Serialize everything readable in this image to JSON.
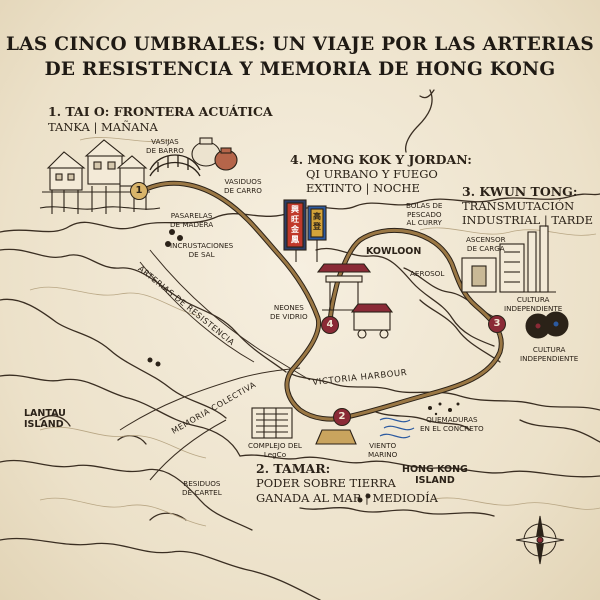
{
  "title": {
    "line1": "LAS CINCO UMBRALES: UN VIAJE POR LAS ARTERIAS",
    "line2": "DE RESISTENCIA Y MEMORIA DE HONG KONG"
  },
  "stops": {
    "s1": {
      "number": "1",
      "head": "1. TAI O: FRONTERA ACUÁTICA",
      "sub": "TANKA | MAÑANA"
    },
    "s2": {
      "number": "2",
      "head": "2. TAMAR:",
      "sub1": "PODER SOBRE TIERRA",
      "sub2": "GANADA AL MAR | MEDIODÍA"
    },
    "s3": {
      "number": "3",
      "head1": "3. KWUN TONG:",
      "head2": "TRANSMUTACIÓN",
      "head3": "INDUSTRIAL | TARDE"
    },
    "s4": {
      "number": "4",
      "head": "4. MONG KOK Y JORDAN:",
      "sub1": "QI URBANO Y FUEGO",
      "sub2": "EXTINTO | NOCHE"
    }
  },
  "labels": {
    "vasijas": "VASIJAS\nDE BARRO",
    "vasiduos": "VASIDUOS\nDE CARRO",
    "pasarelas": "PASARELAS\nDE MADERA",
    "incrustaciones": "INCRUSTACIONES\nDE SAL",
    "bolas": "BOLAS DE\nPESCADO\nAL CURRY",
    "ascensor": "ASCENSOR\nDE CARGA",
    "aerosol": "AEROSOL",
    "neones": "NEONES\nDE VIDRIO",
    "cultura1": "CULTURA\nINDEPENDIENTE",
    "cultura2": "CULTURA\nINDEPENDIENTE",
    "complejo": "COMPLEJO DEL\nLegCo",
    "viento": "VIENTO\nMARINO",
    "quemaduras": "QUEMADURAS\nEN EL CONCRETO",
    "residuos": "RESIDUOS\nDE CARTEL"
  },
  "places": {
    "kowloon": "KOWLOON",
    "lantau": "LANTAU\nISLAND",
    "hk_island": "HONG KONG\nISLAND",
    "harbour": "VICTORIA HARBOUR"
  },
  "paths": {
    "arterias": "ARTERIAS DE RESISTENCIA",
    "memoria": "MEMORIA COLECTIVA"
  },
  "neon_signs": {
    "sign1": "興\n旺\n金\n鳳",
    "sign2": "高\n登"
  },
  "colors": {
    "route": "#8c6a3c",
    "stop_red": "#8a2a36",
    "stop_gold": "#d9b46a",
    "ink": "#2b2218",
    "paper": "#efe6d3",
    "neon_red": "#c0392b",
    "neon_blue": "#2c5aa0"
  },
  "icons": {
    "compass": "compass-rose-icon"
  }
}
